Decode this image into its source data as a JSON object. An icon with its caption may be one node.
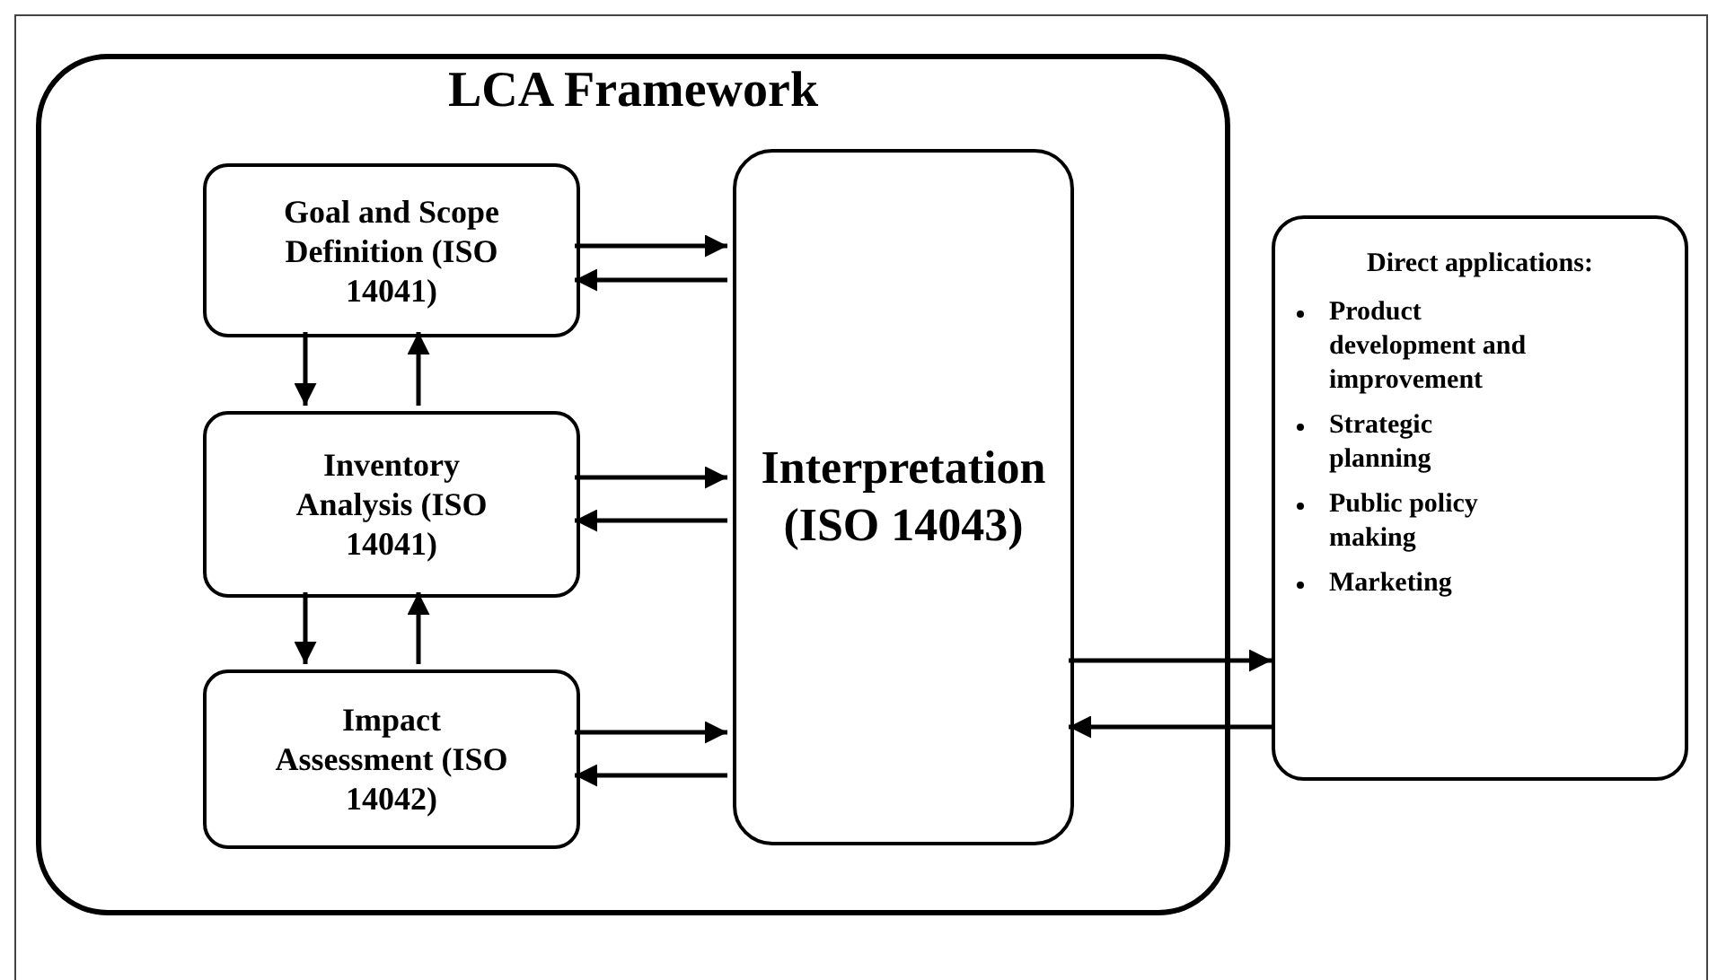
{
  "diagram": {
    "nodes": [
      {
        "text": [
          "LCA Framework"
        ]
      },
      {
        "text": [
          "Goal and Scope Definition (ISO 14041)"
        ],
        "in": 0
      },
      {
        "text": [
          "Inventory Analysis (ISO 14041)"
        ],
        "in": 0
      },
      {
        "text": [
          "Impact Assessment (ISO 14042)"
        ],
        "in": 0
      },
      {
        "text": [
          "Interpretation (ISO 14043)"
        ],
        "in": 0
      },
      {
        "text": [
          "Direct applications:",
          "Product development and improvement",
          "Strategic planning",
          "Public policy making",
          "Marketing"
        ]
      }
    ],
    "edges": [
      {
        "from": 1,
        "to": 4,
        "arrow": "to"
      },
      {
        "from": 4,
        "to": 1,
        "arrow": "to"
      },
      {
        "from": 1,
        "to": 2,
        "arrow": "to"
      },
      {
        "from": 2,
        "to": 1,
        "arrow": "to"
      },
      {
        "from": 2,
        "to": 4,
        "arrow": "to"
      },
      {
        "from": 4,
        "to": 2,
        "arrow": "to"
      },
      {
        "from": 2,
        "to": 3,
        "arrow": "to"
      },
      {
        "from": 3,
        "to": 2,
        "arrow": "to"
      },
      {
        "from": 3,
        "to": 4,
        "arrow": "to"
      },
      {
        "from": 4,
        "to": 3,
        "arrow": "to"
      },
      {
        "from": 4,
        "to": 5,
        "arrow": "to"
      },
      {
        "from": 5,
        "to": 4,
        "arrow": "to"
      }
    ]
  }
}
